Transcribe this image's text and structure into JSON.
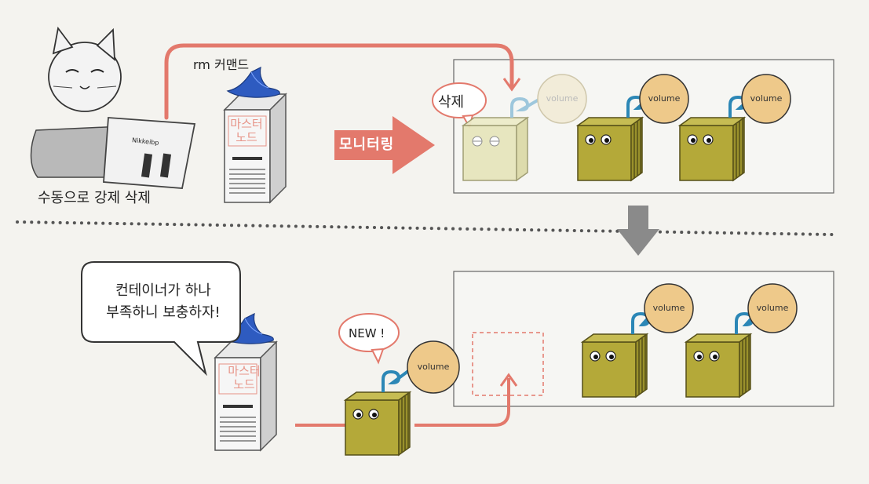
{
  "labels": {
    "rm_command": "rm 커맨드",
    "manual_delete": "수동으로 강제 삭제",
    "monitoring": "모니터링",
    "delete": "삭제",
    "speech_line1": "컨테이너가 하나",
    "speech_line2": "부족하니 보충하자!",
    "new": "NEW !",
    "master_line1": "마스터",
    "master_line2": "노드",
    "laptop_brand": "Nikkeibp",
    "volume": "volume"
  },
  "colors": {
    "arrow_red": "#e3796c",
    "container_olive": "#b4a939",
    "container_dark": "#7b7526",
    "deleted_container": "#e7e6bd",
    "volume_fill": "#eec98a",
    "pipe_blue": "#2c87b6",
    "hat_blue": "#2e5bc0",
    "down_arrow_gray": "#8a8a8a"
  }
}
